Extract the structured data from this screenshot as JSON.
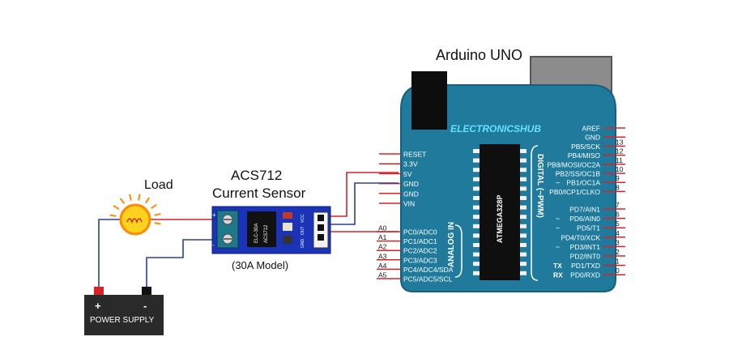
{
  "title": "Arduino UNO",
  "load_label": "Load",
  "sensor": {
    "title_line1": "ACS712",
    "title_line2": "Current Sensor",
    "model": "(30A Model)",
    "pin_labels": [
      "GND",
      "OUT",
      "VCC"
    ],
    "chip_text": [
      "ELC-30A",
      "ACS712"
    ]
  },
  "power_supply": {
    "label": "POWER SUPPLY",
    "plus": "+",
    "minus": "-"
  },
  "arduino": {
    "brand": "ELECTRONICSHUB",
    "mcu": "ATMEGA328P",
    "analog_header": "ANALOG IN",
    "digital_header": "DIGITAL (~PWM)",
    "power_pins": [
      "RESET",
      "3.3V",
      "5V",
      "GND",
      "GND",
      "VIN"
    ],
    "analog_port_labels": [
      "PC0/ADC0",
      "PC1/ADC1",
      "PC2/ADC2",
      "PC3/ADC3",
      "PC4/ADC4/SDA",
      "PC5/ADC5/SCL"
    ],
    "analog_pin_names": [
      "A0",
      "A1",
      "A2",
      "A3",
      "A4",
      "A5"
    ],
    "digital_top": [
      {
        "name": "AREF",
        "num": ""
      },
      {
        "name": "GND",
        "num": ""
      },
      {
        "name": "PB5/SCK",
        "num": "13"
      },
      {
        "name": "PB4/MISO",
        "num": "12"
      },
      {
        "name": "PB3/MOSI/OC2A",
        "num": "11",
        "pwm": true
      },
      {
        "name": "PB2/SS/OC1B",
        "num": "10",
        "pwm": true
      },
      {
        "name": "PB1/OC1A",
        "num": "9",
        "pwm": true
      },
      {
        "name": "PB0/ICP1/CLKO",
        "num": "8"
      }
    ],
    "digital_bottom": [
      {
        "name": "PD7/AIN1",
        "num": "7"
      },
      {
        "name": "PD6/AIN0",
        "num": "6",
        "pwm": true
      },
      {
        "name": "PD5/T1",
        "num": "5",
        "pwm": true
      },
      {
        "name": "PD4/T0/XCK",
        "num": "4"
      },
      {
        "name": "PD3/INT1",
        "num": "3",
        "pwm": true
      },
      {
        "name": "PD2/INT0",
        "num": "2"
      },
      {
        "name": "PD1/TXD",
        "num": "1",
        "tag": "TX"
      },
      {
        "name": "PD0/RXD",
        "num": "0",
        "tag": "RX"
      }
    ],
    "pwm_mark": "~"
  },
  "colors": {
    "board": "#1f7a9c",
    "board_edge": "#16607d",
    "wire_red": "#d8222a",
    "wire_blue": "#2b3f9e",
    "sensor_blue": "#1a33b8",
    "bulb_yellow": "#ffd21f",
    "bulb_orange": "#ff8a00",
    "brand_cyan": "#66e0ff"
  }
}
